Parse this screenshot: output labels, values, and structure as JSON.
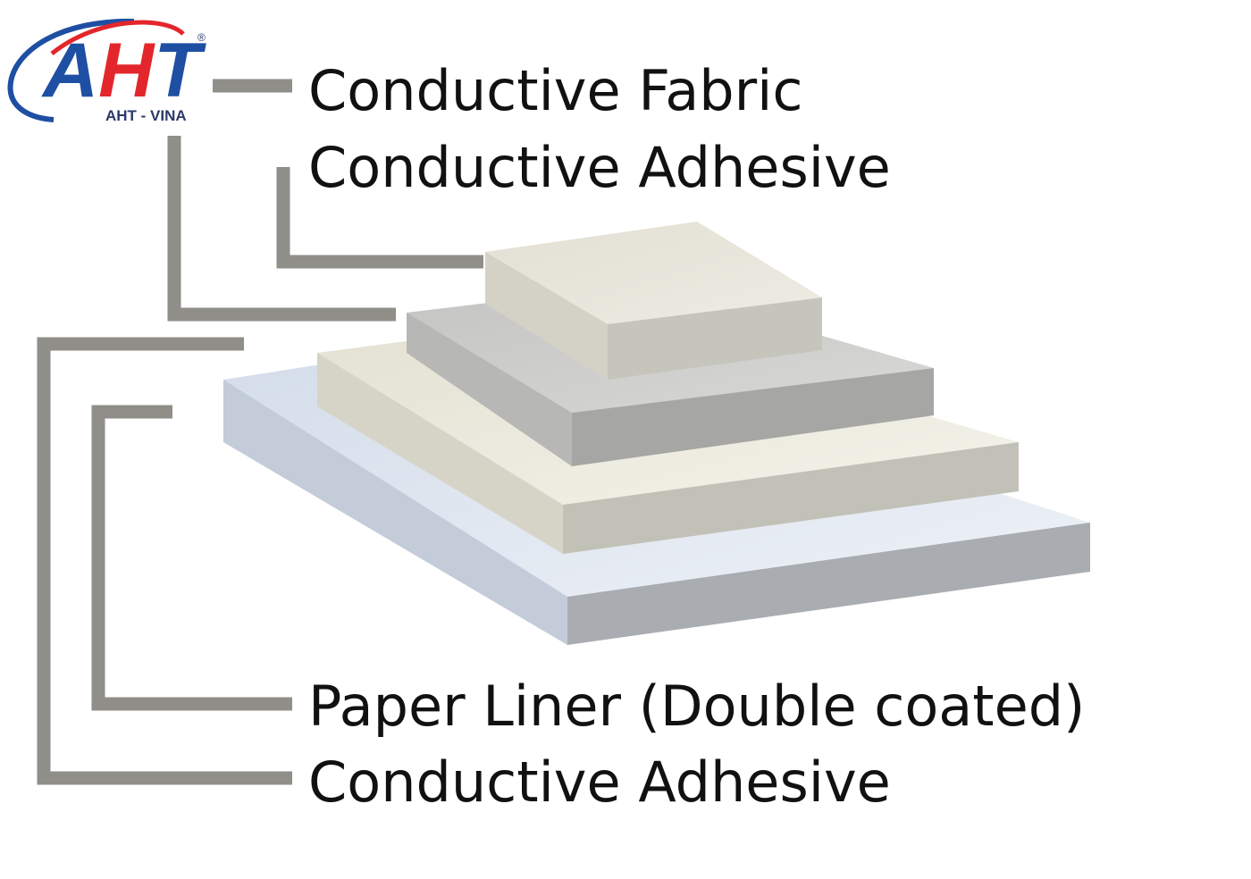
{
  "logo": {
    "text": "AHT",
    "subtext": "AHT - VINA",
    "registered": "®",
    "colors": {
      "blue": "#1e4fa3",
      "red": "#e3262b",
      "navy": "#2b3a6b"
    }
  },
  "labels": {
    "conductive_fabric": "Conductive Fabric",
    "conductive_adhesive_top": "Conductive Adhesive",
    "paper_liner": "Paper Liner (Double coated)",
    "conductive_adhesive_bottom": "Conductive Adhesive"
  },
  "colors": {
    "leader_line": "#8f8e89",
    "fabric_top": "#e8e6db",
    "fabric_front": "#c6c5bc",
    "adhesive_top": "#cfcfcd",
    "adhesive_front": "#a6a6a4",
    "liner_top": "#eceadc",
    "liner_front": "#c2c1b7",
    "base_top": "#dfe6f0",
    "base_front": "#a9acb1"
  }
}
